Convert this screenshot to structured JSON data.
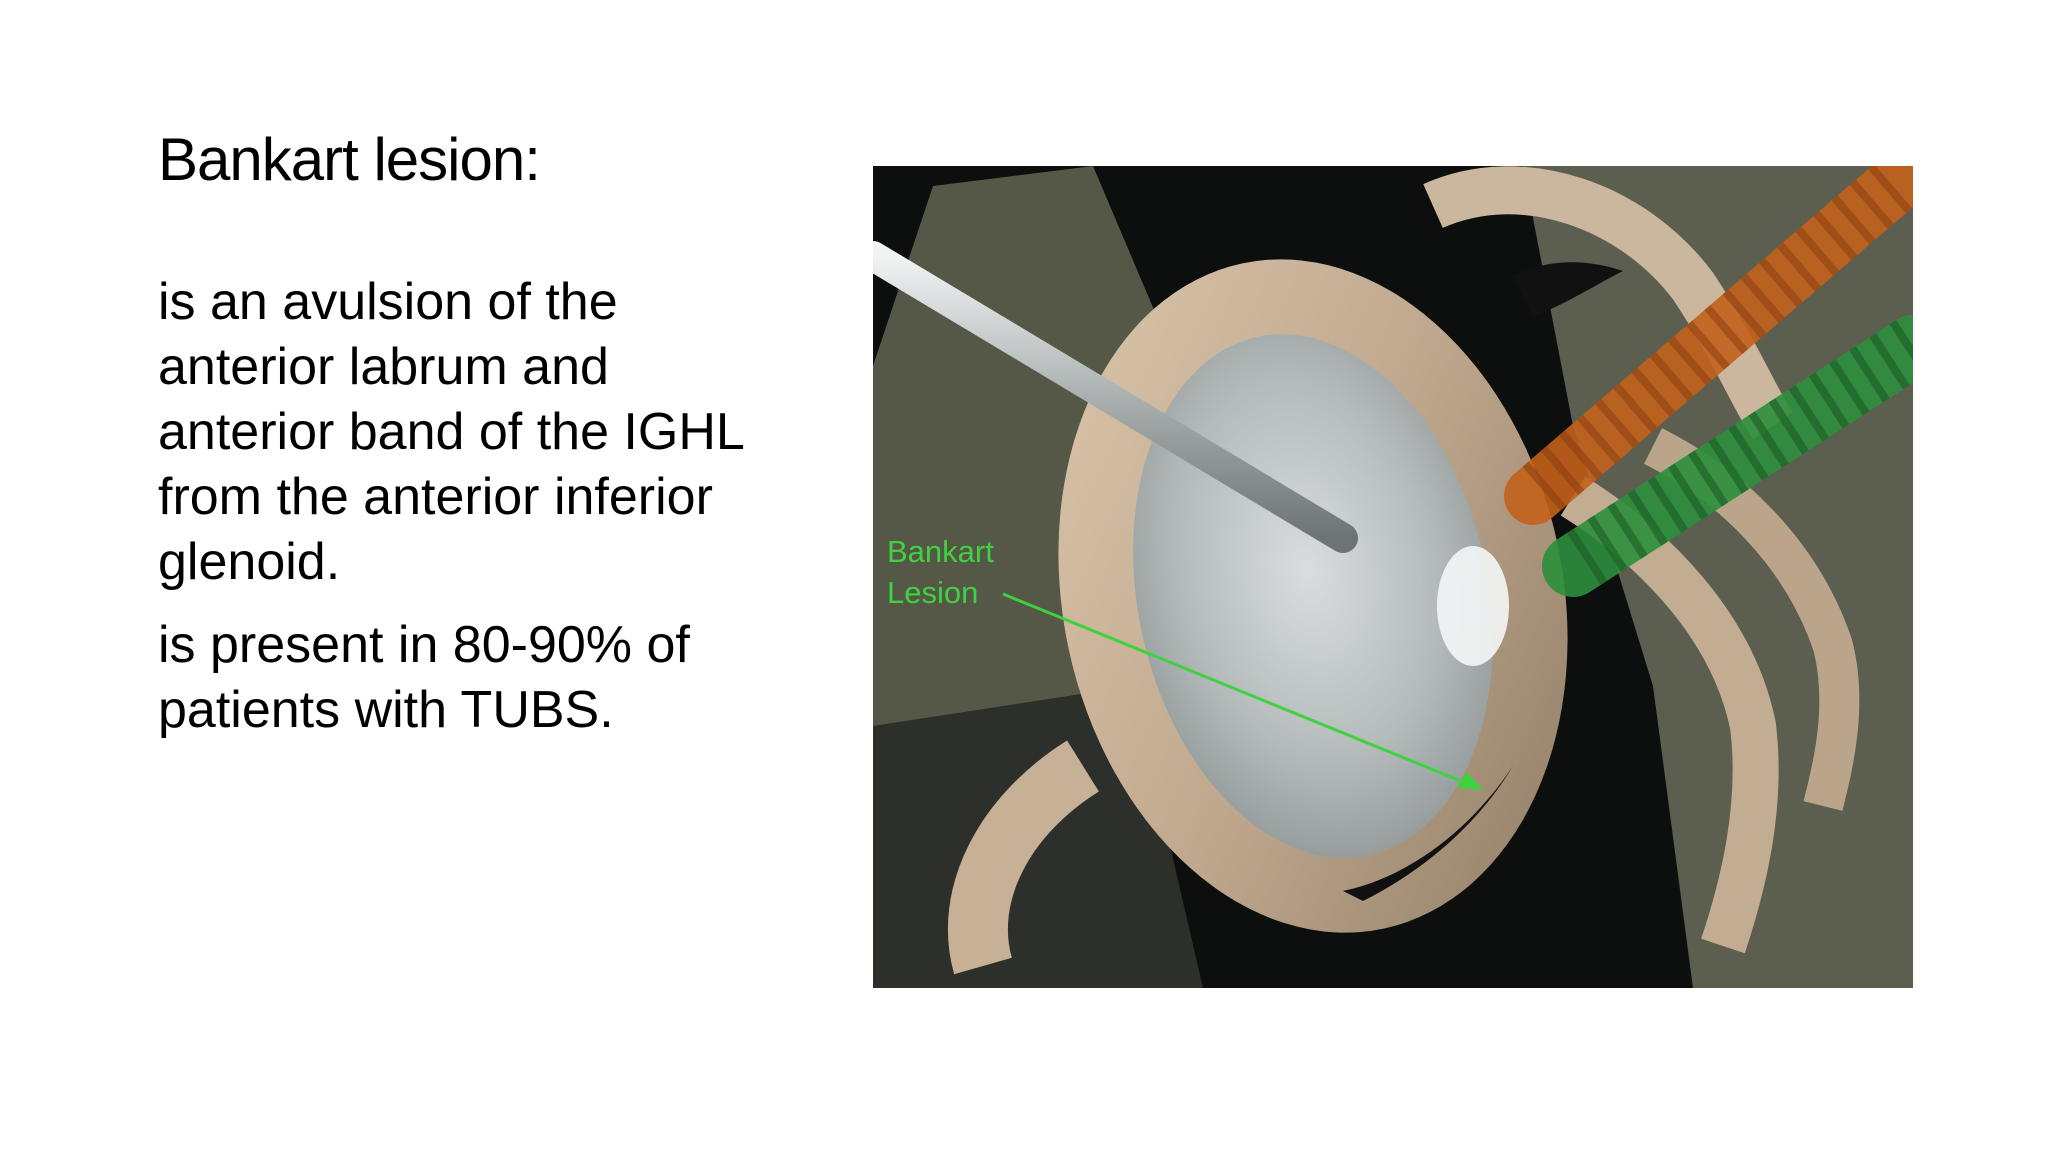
{
  "slide": {
    "title": "Bankart lesion:",
    "paragraphs": [
      "is an avulsion of the anterior labrum and anterior band of the IGHL from the anterior inferior glenoid.",
      "is present in 80-90% of patients with TUBS."
    ]
  },
  "figure": {
    "label": "Bankart\nLesion",
    "colors": {
      "background": "#0d0f0e",
      "labrum": "#c9b39a",
      "glenoid": "#bcc2c2",
      "screw_orange": "#c4621c",
      "screw_green": "#2d8f3c",
      "arrow": "#3fd23f"
    }
  }
}
